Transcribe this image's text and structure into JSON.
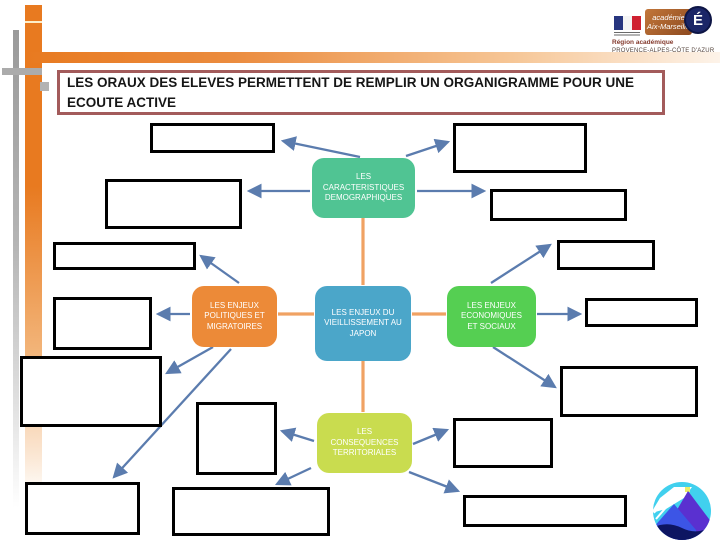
{
  "title": {
    "text": "LES ORAUX DES ELEVES PERMETTENT DE REMPLIR UN ORGANIGRAMME POUR UNE ECOUTE ACTIVE"
  },
  "diagram": {
    "center_node": {
      "label": "LES ENJEUX DU VIEILLISSEMENT AU JAPON",
      "color": "#4ba6c9"
    },
    "top_node": {
      "label": "LES CARACTERISTIQUES DEMOGRAPHIQUES",
      "color": "#50c493"
    },
    "left_node": {
      "label": "LES ENJEUX POLITIQUES ET MIGRATOIRES",
      "color": "#ec8a38"
    },
    "right_node": {
      "label": "LES ENJEUX ECONOMIQUES ET SOCIAUX",
      "color": "#55cf52"
    },
    "bottom_node": {
      "label": "LES CONSEQUENCES TERRITORIALES",
      "color": "#c9dc4f"
    },
    "empty_box_count": 15,
    "arrow_color": "#5b7cae",
    "trunk_connector_color": "#f0a263",
    "box_border_color": "#000000",
    "title_border_color": "#a35b5b"
  },
  "logos": {
    "academy": {
      "name_line1": "académie",
      "name_line2": "Aix-Marseille",
      "badge_letter": "É",
      "region_line1": "Région académique",
      "region_line2": "PROVENCE-ALPES-CÔTE D'AZUR"
    },
    "fuji_logo_icon": "mount-fuji-circle-logo"
  }
}
